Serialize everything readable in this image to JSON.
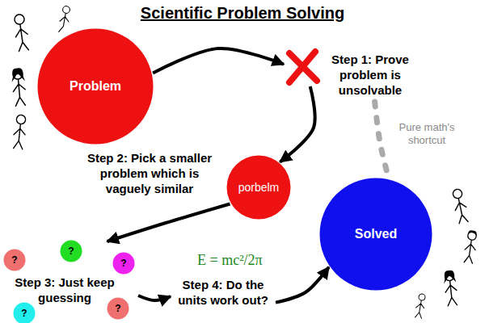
{
  "diagram": {
    "title": "Scientific Problem Solving",
    "nodes": [
      {
        "text": [
          "Problem"
        ]
      },
      {
        "text": [
          "Step 1: Prove problem is unsolvable"
        ]
      },
      {
        "text": [
          "Step 2: Pick a smaller problem which is vaguely similar",
          "porbelm"
        ]
      },
      {
        "text": [
          "Step 3: Just keep guessing"
        ]
      },
      {
        "text": [
          "?"
        ],
        "in": 3
      },
      {
        "text": [
          "?"
        ],
        "in": 3
      },
      {
        "text": [
          "?"
        ],
        "in": 3
      },
      {
        "text": [
          "?"
        ],
        "in": 3
      },
      {
        "text": [
          "?"
        ],
        "in": 3
      },
      {
        "text": [
          "Step 4: Do the units work out?"
        ]
      },
      {
        "text": [
          "Solved"
        ]
      }
    ],
    "edges": [
      {
        "from": 0,
        "to": 1,
        "arrow": "to"
      },
      {
        "from": 1,
        "to": 2,
        "arrow": "to"
      },
      {
        "from": 2,
        "to": 3,
        "arrow": "to"
      },
      {
        "from": 3,
        "to": 9,
        "arrow": "to"
      },
      {
        "from": 9,
        "to": 10,
        "arrow": "to"
      },
      {
        "from": 1,
        "to": 10,
        "arrow": "none",
        "label": "Pure math's shortcut"
      }
    ],
    "labels": [
      "E = mc²/2π"
    ]
  }
}
